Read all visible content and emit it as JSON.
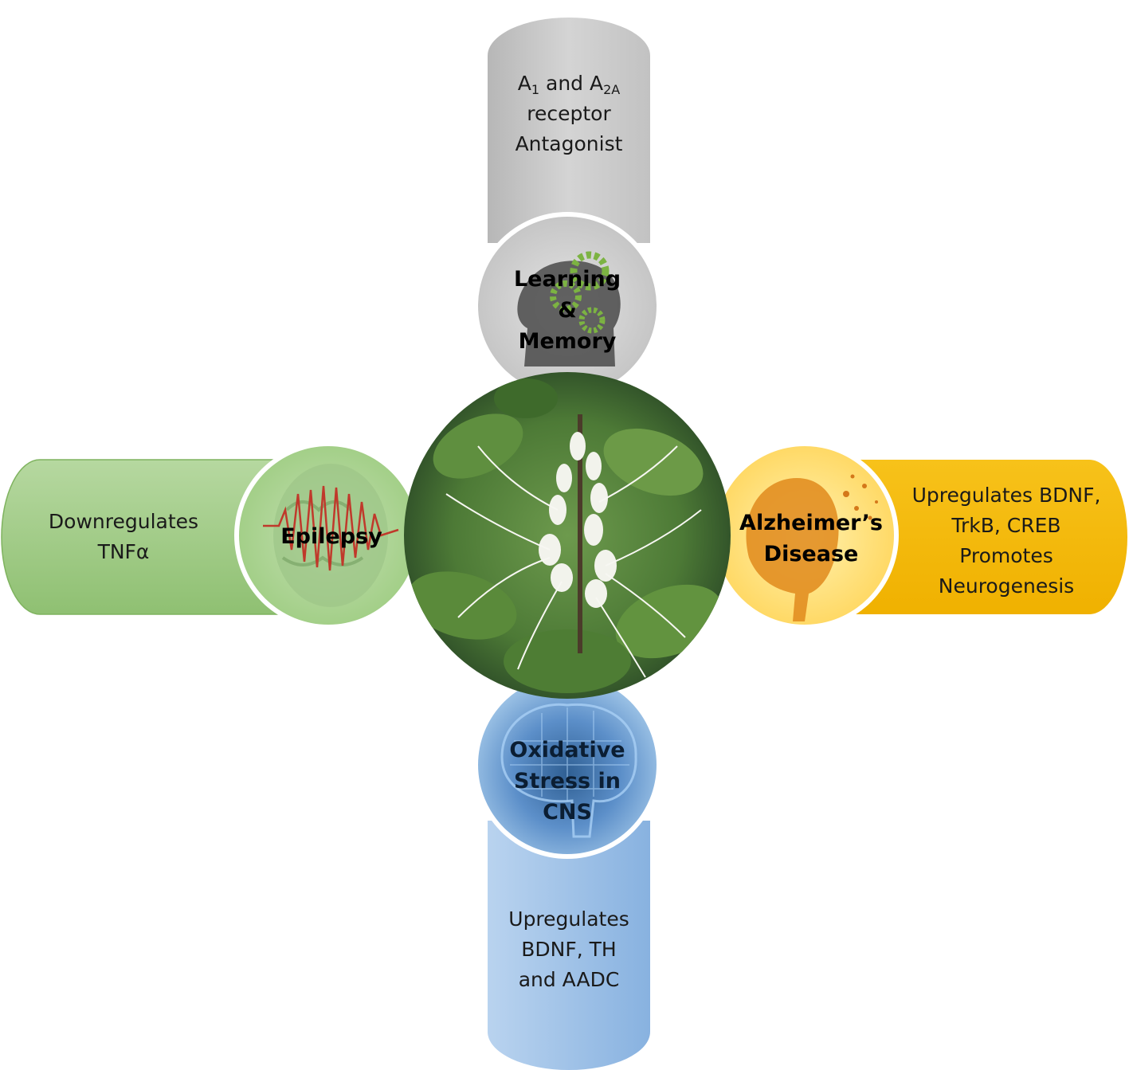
{
  "center": {
    "image": "plant-photo",
    "colors": {
      "leaf": "#3f6b2f",
      "flower": "#f4f6f0"
    }
  },
  "arms": {
    "top": {
      "node_lines": [
        "Learning",
        "&",
        "Memory"
      ],
      "node_icon": "head-with-gears-icon",
      "text": {
        "a1": "A",
        "sub1": "1",
        "and": " and A",
        "sub2": "2A",
        "line2": "receptor",
        "line3": "Antagonist"
      },
      "color": "#c9c9c9"
    },
    "left": {
      "node_lines": [
        "Epilepsy"
      ],
      "node_icon": "brain-with-seizure-wave-icon",
      "text_lines": [
        "Downregulates",
        "TNFα"
      ],
      "color": "#a8d08d"
    },
    "right": {
      "node_lines": [
        "Alzheimer’s",
        "Disease"
      ],
      "node_icon": "fading-head-tree-icon",
      "text_lines": [
        "Upregulates BDNF,",
        "TrkB, CREB",
        "Promotes",
        "Neurogenesis"
      ],
      "color": "#f5b800"
    },
    "bottom": {
      "node_lines": [
        "Oxidative",
        "Stress in",
        "CNS"
      ],
      "node_icon": "brain-network-icon",
      "text_lines": [
        "Upregulates",
        "BDNF, TH",
        "and AADC"
      ],
      "color": "#9dc3e6"
    }
  }
}
